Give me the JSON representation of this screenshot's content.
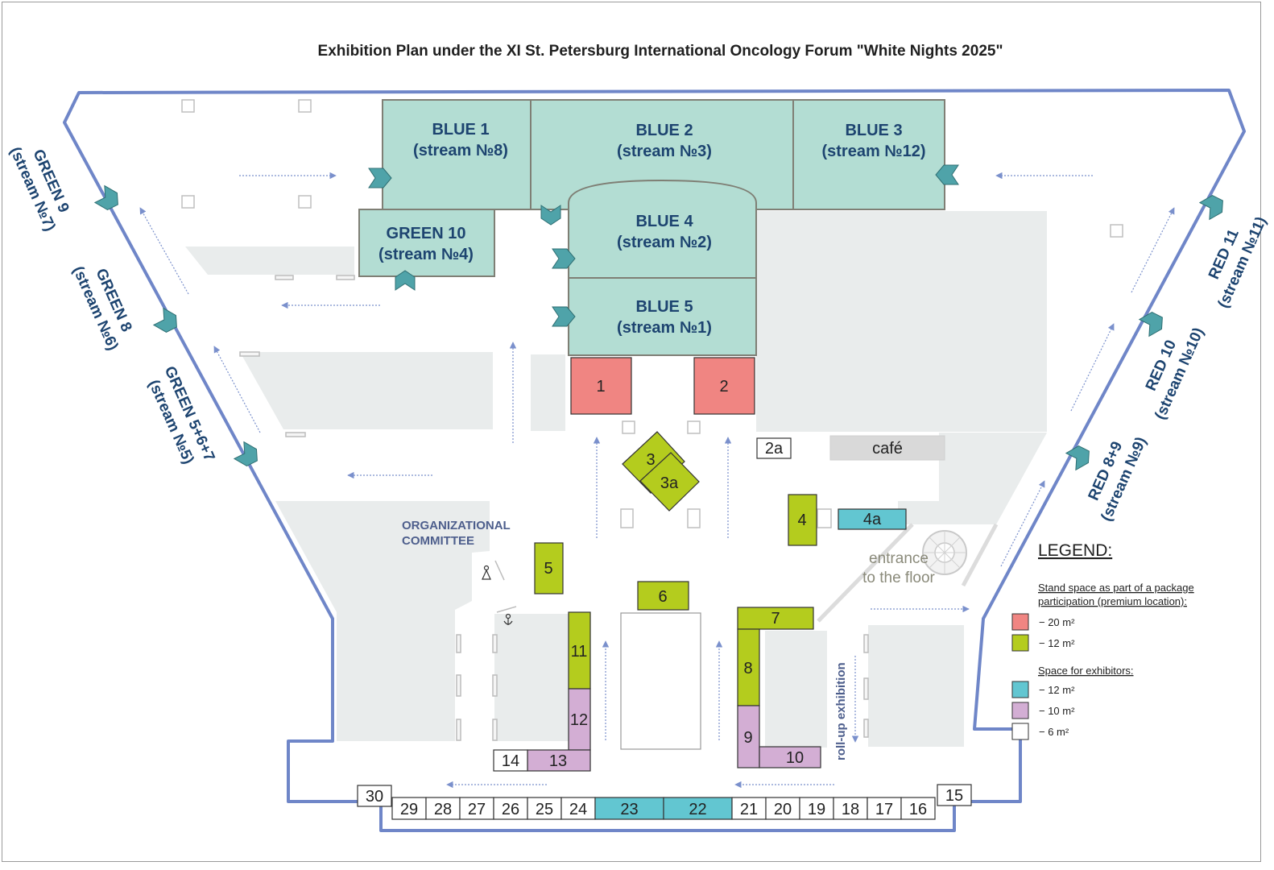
{
  "title": "Exhibition Plan under the XI St. Petersburg International Oncology Forum \"White Nights 2025\"",
  "colors": {
    "outline": "#6f86c8",
    "hall_fill": "#b3ddd3",
    "hall_stroke": "#7f7f75",
    "red": "#f08582",
    "green": "#b4cc1e",
    "cyan": "#62c6d1",
    "purple": "#d3aed4",
    "white": "#ffffff",
    "gray_area": "#e9ecec",
    "marker": "#4fa3a9",
    "arrow": "#7a90cc"
  },
  "halls": {
    "blue1": {
      "name": "BLUE 1",
      "stream": "(stream №8)"
    },
    "blue2": {
      "name": "BLUE 2",
      "stream": "(stream №3)"
    },
    "blue3": {
      "name": "BLUE 3",
      "stream": "(stream №12)"
    },
    "blue4": {
      "name": "BLUE 4",
      "stream": "(stream №2)"
    },
    "blue5": {
      "name": "BLUE 5",
      "stream": "(stream №1)"
    },
    "green10": {
      "name": "GREEN 10",
      "stream": "(stream №4)"
    }
  },
  "side_halls": {
    "green9": {
      "name": "GREEN 9",
      "stream": "(stream №7)"
    },
    "green8": {
      "name": "GREEN 8",
      "stream": "(stream №6)"
    },
    "green567": {
      "name": "GREEN 5+6+7",
      "stream": "(stream №5)"
    },
    "red11": {
      "name": "RED 11",
      "stream": "(stream №11)"
    },
    "red10": {
      "name": "RED 10",
      "stream": "(stream №10)"
    },
    "red89": {
      "name": "RED 8+9",
      "stream": "(stream №9)"
    }
  },
  "stands": {
    "s1": "1",
    "s2": "2",
    "s2a": "2a",
    "s3": "3",
    "s3a": "3a",
    "s4": "4",
    "s4a": "4a",
    "s5": "5",
    "s6": "6",
    "s7": "7",
    "s8": "8",
    "s9": "9",
    "s10": "10",
    "s11": "11",
    "s12": "12",
    "s13": "13",
    "s14": "14",
    "s15": "15",
    "s30": "30"
  },
  "bottom_row": [
    "29",
    "28",
    "27",
    "26",
    "25",
    "24",
    "23",
    "22",
    "21",
    "20",
    "19",
    "18",
    "17",
    "16"
  ],
  "cafe": "café",
  "org_committee": [
    "ORGANIZATIONAL",
    "COMMITTEE"
  ],
  "entrance": [
    "entrance",
    "to the floor"
  ],
  "rollup": "roll-up exhibition",
  "legend": {
    "title": "LEGEND:",
    "package_heading": [
      "Stand space as part of a package",
      "participation (premium location):"
    ],
    "package_items": [
      "− 20 m²",
      "− 12 m²"
    ],
    "exhibitors_heading": "Space for exhibitors:",
    "exhibitors_items": [
      "− 12 m²",
      "− 10 m²",
      "− 6 m²"
    ]
  }
}
